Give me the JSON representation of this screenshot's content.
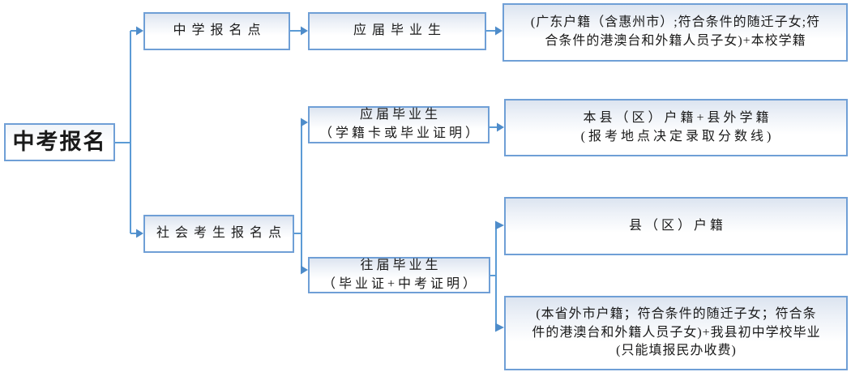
{
  "diagram": {
    "title_node": "中考报名",
    "school_branch": {
      "point": "中学报名点",
      "fresh_graduate": "应届毕业生",
      "result_line1": "(广东户籍（含惠州市）;符合条件的随迁子女;符",
      "result_line2": "合条件的港澳台和外籍人员子女)+本校学籍"
    },
    "social_branch": {
      "point": "社会考生报名点",
      "fresh_line1": "应届毕业生",
      "fresh_line2": "（学籍卡或毕业证明）",
      "fresh_result_line1": "本县（区）户籍+县外学籍",
      "fresh_result_line2": "(报考地点决定录取分数线)",
      "former_line1": "往届毕业生",
      "former_line2": "（毕业证+中考证明）",
      "former_result_local": "县（区）户籍",
      "former_result_other_line1": "(本省外市户籍；符合条件的随迁子女；符合条",
      "former_result_other_line2": "件的港澳台和外籍人员子女)+我县初中学校毕业",
      "former_result_other_line3": "(只能填报民办收费)"
    }
  },
  "colors": {
    "border": "#6f9fd6",
    "connector": "#5b9bd5",
    "arrow": "#4e8cca",
    "fillTop": "#dce4f0"
  }
}
